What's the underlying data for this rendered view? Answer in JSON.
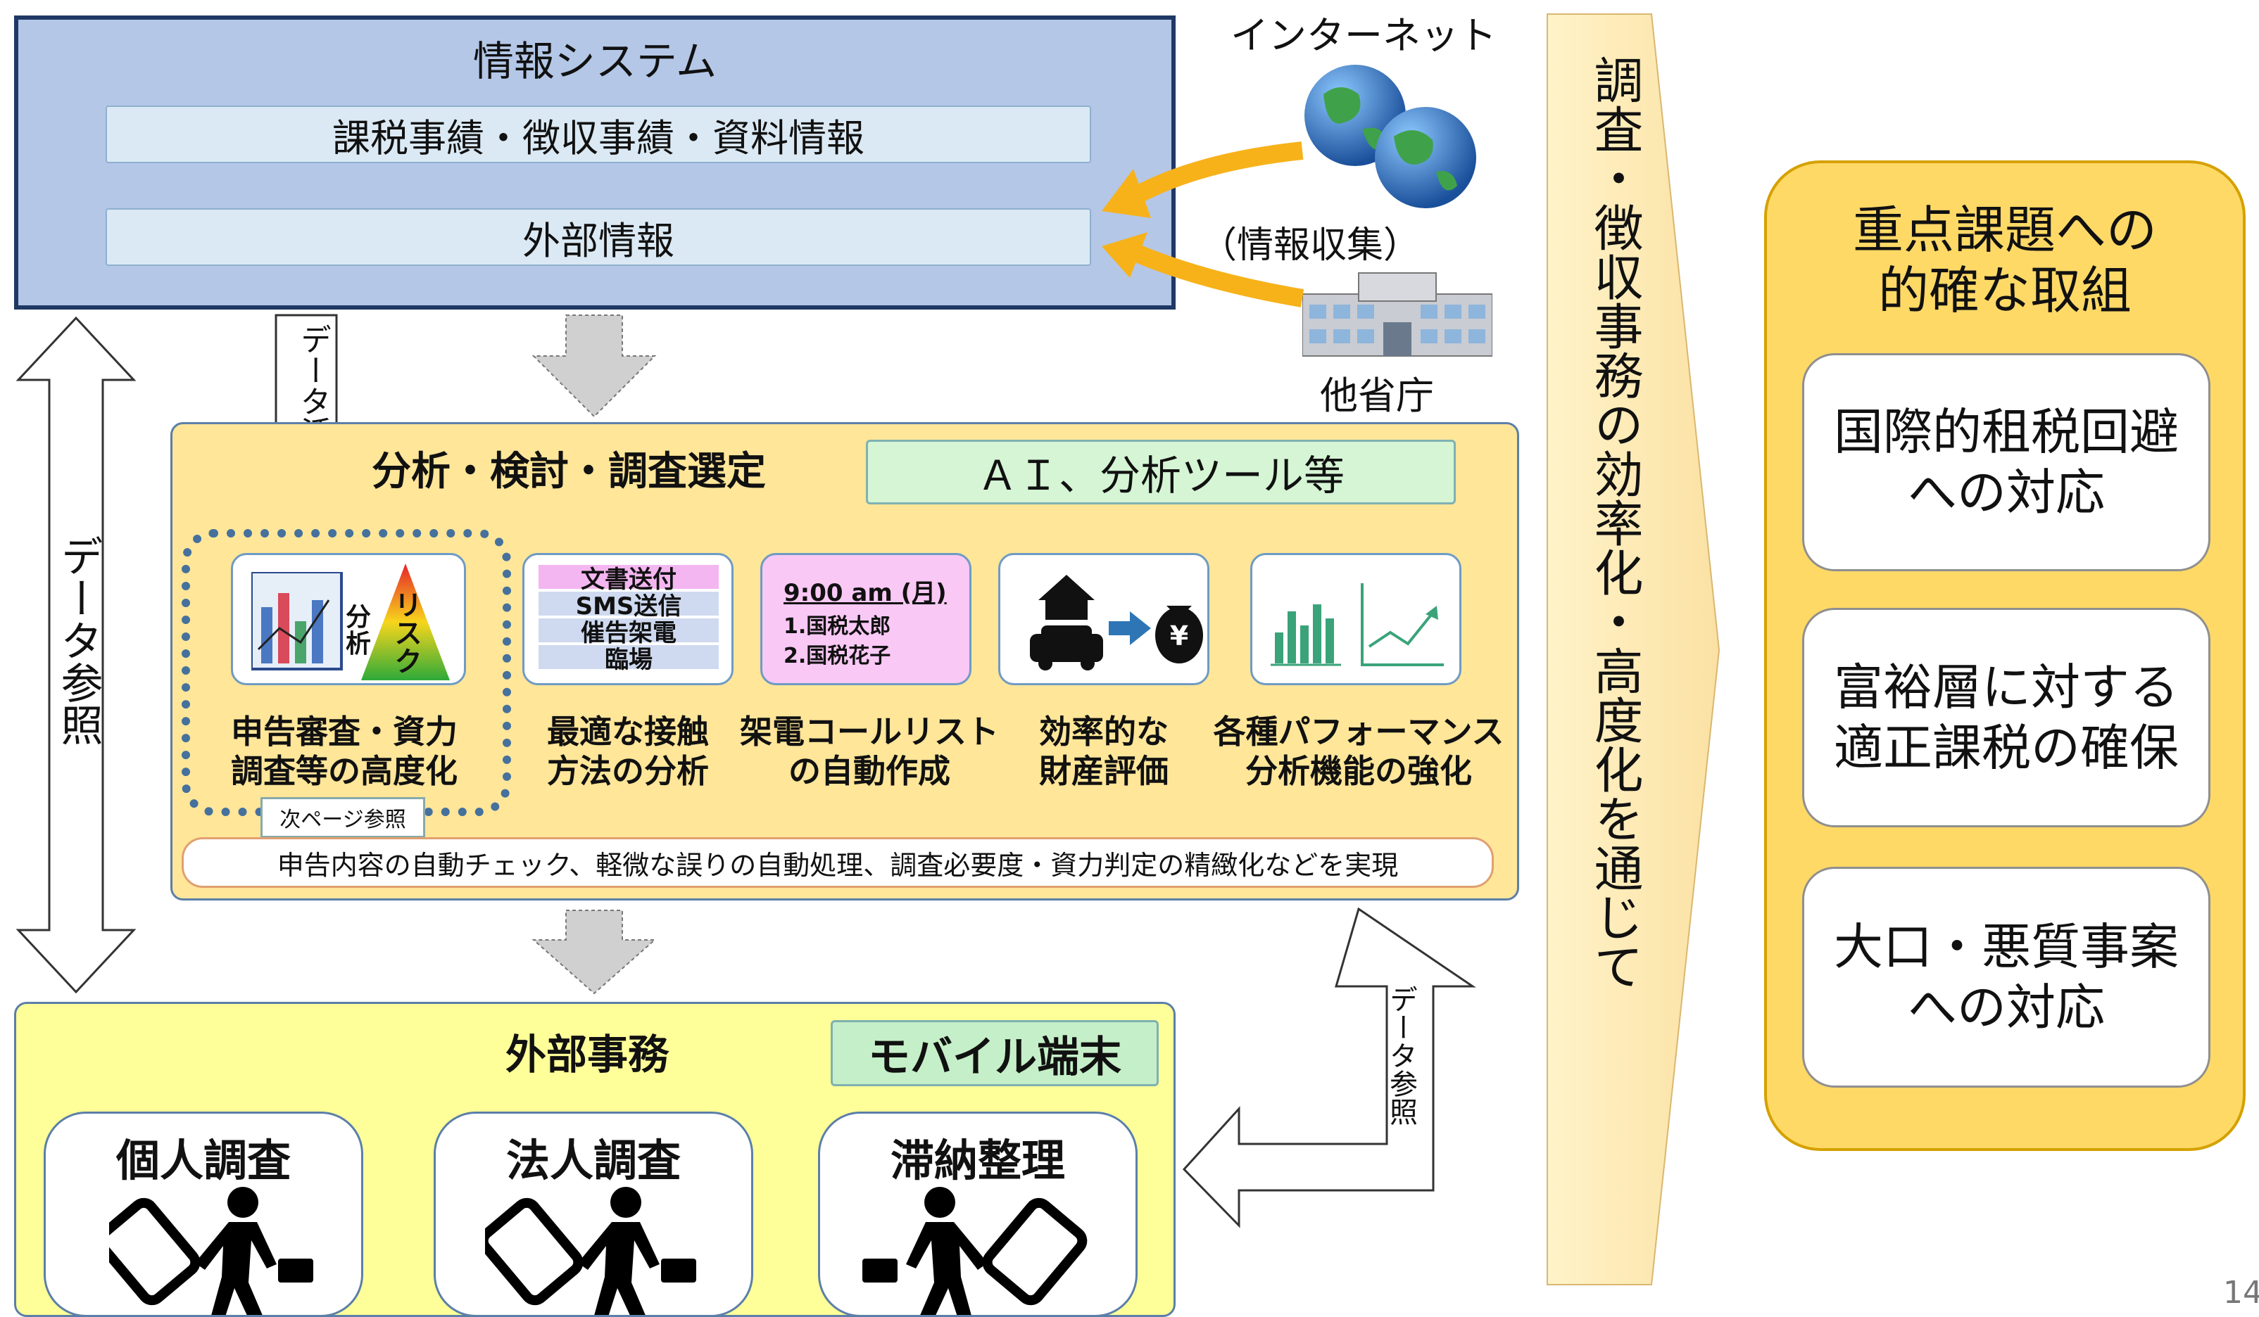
{
  "info_system": {
    "title": "情報システム",
    "bar1": "課税事績・徴収事績・資料情報",
    "bar2": "外部情報"
  },
  "sources": {
    "internet": "インターネット",
    "collect": "（情報収集）",
    "ministries": "他省庁"
  },
  "arrows": {
    "data_use": "データ活用",
    "data_ref_left": "データ参照",
    "data_ref_right": "データ参照"
  },
  "analysis": {
    "title": "分析・検討・調査選定",
    "ai": "ＡＩ、分析ツール等",
    "risk_icon_text": {
      "risk": "リスク",
      "analysis": "分析"
    },
    "contact_lines": [
      "文書送付",
      "SMS送信",
      "催告架電",
      "臨場"
    ],
    "call_list": {
      "time": "9:00 am (月)",
      "l1": "1.国税太郎",
      "l2": "2.国税花子"
    },
    "yen": "¥",
    "captions": [
      [
        "申告審査・資力",
        "調査等の高度化"
      ],
      [
        "最適な接触",
        "方法の分析"
      ],
      [
        "架電コールリスト",
        "の自動作成"
      ],
      [
        "効率的な",
        "財産評価"
      ],
      [
        "各種パフォーマンス",
        "分析機能の強化"
      ]
    ],
    "next_page": "次ページ参照",
    "summary": "申告内容の自動チェック、軽微な誤りの自動処理、調査必要度・資力判定の精緻化などを実現"
  },
  "field": {
    "title": "外部事務",
    "mobile": "モバイル端末",
    "tasks": [
      "個人調査",
      "法人調査",
      "滞納整理"
    ]
  },
  "vertical_text": "調査・徴収事務の効率化・高度化を通じて",
  "goals": {
    "title": [
      "重点課題への",
      "的確な取組"
    ],
    "items": [
      [
        "国際的租税回避",
        "への対応"
      ],
      [
        "富裕層に対する",
        "適正課税の確保"
      ],
      [
        "大口・悪質事案",
        "への対応"
      ]
    ]
  },
  "page_number": "14"
}
